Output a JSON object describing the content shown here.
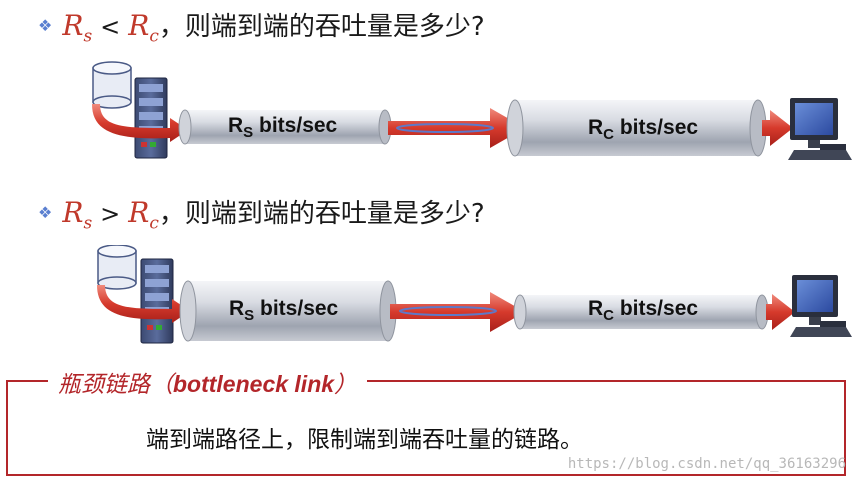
{
  "questions": [
    {
      "bullet": "❖",
      "r1": "R",
      "r1_sub": "s",
      "op": "<",
      "r2": "R",
      "r2_sub": "c",
      "text": "，则端到端的吞吐量是多少?"
    },
    {
      "bullet": "❖",
      "r1": "R",
      "r1_sub": "s",
      "op": ">",
      "r2": "R",
      "r2_sub": "c",
      "text": "，则端到端的吞吐量是多少?"
    }
  ],
  "scene1": {
    "pipe_left": {
      "main": "R",
      "sub": "S",
      "rest": " bits/sec"
    },
    "pipe_right": {
      "main": "R",
      "sub": "C",
      "rest": " bits/sec"
    }
  },
  "scene2": {
    "pipe_left": {
      "main": "R",
      "sub": "S",
      "rest": " bits/sec"
    },
    "pipe_right": {
      "main": "R",
      "sub": "C",
      "rest": " bits/sec"
    }
  },
  "bottleneck": {
    "title_cn": "瓶颈链路（",
    "title_en": "bottleneck link",
    "title_close": "）",
    "description": "端到端路径上，限制端到端吞吐量的链路。"
  },
  "watermark": "https://blog.csdn.net/qq_36163296",
  "colors": {
    "accent_red": "#c0392b",
    "frame_red": "#b3262a",
    "bullet_blue": "#5a7fd0"
  }
}
